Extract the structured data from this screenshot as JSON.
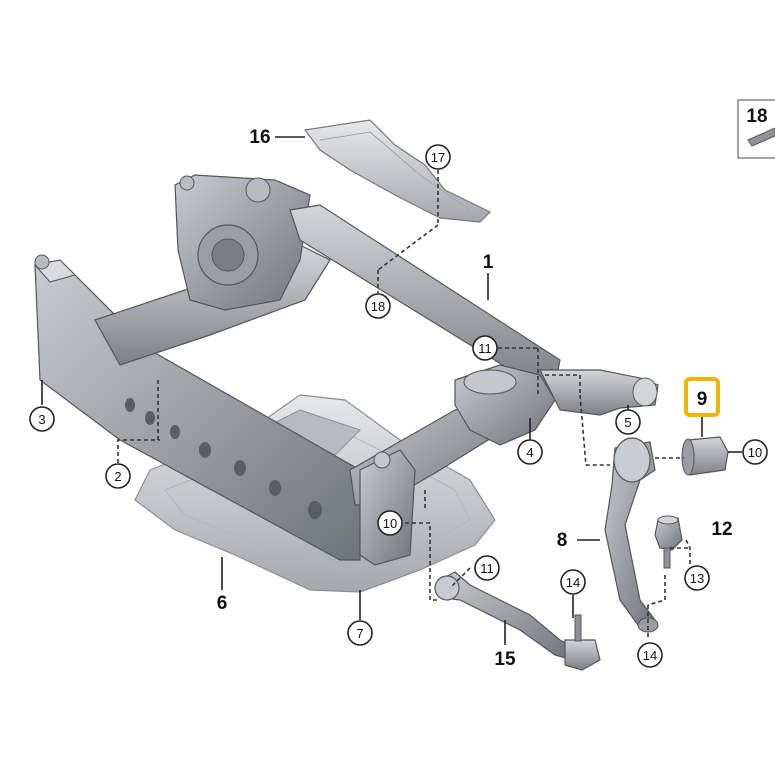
{
  "labels": {
    "l1": "1",
    "l2": "2",
    "l3": "3",
    "l4": "4",
    "l5": "5",
    "l6": "6",
    "l7": "7",
    "l8": "8",
    "l9": "9",
    "l10a": "10",
    "l10b": "10",
    "l11a": "11",
    "l11b": "11",
    "l12": "12",
    "l13": "13",
    "l14a": "14",
    "l14b": "14",
    "l15": "15",
    "l16": "16",
    "l17": "17",
    "l18": "18",
    "ref": "18"
  },
  "colors": {
    "part": "#8e9298",
    "part_light": "#c4c7cb",
    "part_dark": "#5e6268",
    "highlight": "#f0b400"
  }
}
